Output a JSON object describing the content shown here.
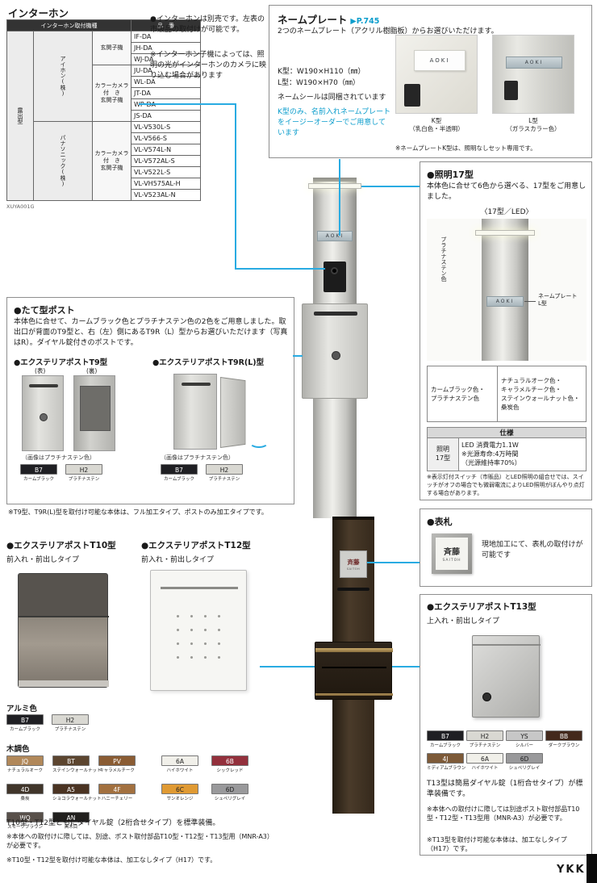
{
  "page": {
    "brand": "YKK",
    "accent": "#29abe2",
    "accent_text": "#0b9dcc"
  },
  "intercom": {
    "title": "インターホン",
    "table": {
      "header_left": "インターホン取付機種",
      "header_right": "品　番",
      "side_label": "露出型",
      "maker1": "アイホン(株)",
      "maker1_type1": "玄関子機",
      "maker1_type1_models": [
        "IF-DA",
        "JH-DA",
        "WJ-DA"
      ],
      "maker1_type2": "カラーカメラ\n付　き\n玄関子機",
      "maker1_type2_models": [
        "JU-DA",
        "WL-DA",
        "JT-DA",
        "WP-DA",
        "JS-DA"
      ],
      "maker2": "パナソニック(株)",
      "maker2_type1": "カラーカメラ\n付　き\n玄関子機",
      "maker2_type1_models": [
        "VL-V530L-S",
        "VL-V566-S",
        "VL-V574L-N",
        "VL-V572AL-S",
        "VL-V522L-S",
        "VL-VH575AL-H",
        "VL-V523AL-N"
      ],
      "code": "XUYA001G"
    },
    "note1": "●インターホンは別売です。左表の市販品の取付けが可能です。",
    "note2": "※インターホン子機によっては、照明の光がインターホンのカメラに映り込む場合があります"
  },
  "nameplate": {
    "title": "ネームプレート",
    "page_ref": "▶P.745",
    "subtitle": "2つのネームプレート（アクリル樹脂板）からお選びいただけます。",
    "spec_k": "K型：W190×H110（㎜）",
    "spec_l": "L型：W190×H70（㎜）",
    "included": "ネームシールは同梱されています",
    "easy_order": "K型のみ、名前入れネームプレートをイージーオーダーでご用意しています",
    "sample_name": "AOKI",
    "label_k": "K型\n（乳白色・半透明）",
    "label_l": "L型\n（ガラスカラー色）",
    "note": "※ネームプレートK型は、照明なしセット専用です。"
  },
  "lighting": {
    "title": "●照明17型",
    "body": "本体色に合せて6色から選べる、17型をご用意しました。",
    "caption": "〈17型／LED〉",
    "label_color": "プラチナステン色",
    "label_plate": "ネームプレート\nL型",
    "colors_left": "カームブラック色・\nプラチナステン色",
    "colors_right": "ナチュラルオーク色・\nキャラメルチーク色・\nステインウォールナット色・\n桑炭色",
    "spec_header": "仕様",
    "spec_row_label": "照明\n17型",
    "spec_row_value": "LED 消費電力1.1W\n※光源寿命:4万時間\n（光源維持率70%）",
    "note": "※表示灯付スイッチ（市販品）とLED照明の組合せでは、スイッチがオフの場合でも微弱電流によりLED照明がぼんやり点灯する場合があります。"
  },
  "vertical_post": {
    "title": "●たて型ポスト",
    "body": "本体色に合せて、カームブラック色とプラチナステン色の2色をご用意しました。取出口が背面のT9型と、右（左）側にあるT9R（L）型からお選びいただけます（写真はR）。ダイヤル錠付きのポストです。",
    "t9_title": "●エクステリアポストT9型",
    "t9_front": "(表)",
    "t9_back": "(裏)",
    "t9_caption": "（画像はプラチナステン色）",
    "t9r_title": "●エクステリアポストT9R(L)型",
    "t9r_caption": "（画像はプラチナステン色）",
    "chips": [
      {
        "code": "B7",
        "label": "カームブラック",
        "hex": "#1f1f23",
        "fg": "#ffffff"
      },
      {
        "code": "H2",
        "label": "プラチナステン",
        "hex": "#d9d8d2",
        "fg": "#222222"
      }
    ],
    "note": "※T9型、T9R(L)型を取付け可能な本体は、フル加工タイプ、ポストのみ加工タイプです。"
  },
  "t10t12": {
    "t10_title": "●エクステリアポストT10型",
    "t10_sub": "前入れ・前出しタイプ",
    "t12_title": "●エクステリアポストT12型",
    "t12_sub": "前入れ・前出しタイプ",
    "alumi_label": "アルミ色",
    "alumi_chips": [
      {
        "code": "B7",
        "label": "カームブラック",
        "hex": "#1f1f23",
        "fg": "#ffffff"
      },
      {
        "code": "H2",
        "label": "プラチナステン",
        "hex": "#d9d8d2",
        "fg": "#222222"
      }
    ],
    "wood_label": "木調色",
    "wood_chips": [
      {
        "code": "JQ",
        "label": "ナチュラルオーク",
        "hex": "#b1885a",
        "fg": "#ffffff"
      },
      {
        "code": "BT",
        "label": "ステインウォールナット",
        "hex": "#5c452f",
        "fg": "#ffffff"
      },
      {
        "code": "PV",
        "label": "キャラメルチーク",
        "hex": "#8a5c33",
        "fg": "#ffffff"
      },
      {
        "code": "4D",
        "label": "桑炭",
        "hex": "#40352a",
        "fg": "#ffffff"
      },
      {
        "code": "A5",
        "label": "ショコラウォールナット",
        "hex": "#4a3322",
        "fg": "#ffffff"
      },
      {
        "code": "4F",
        "label": "ハニーチェリー",
        "hex": "#a2703f",
        "fg": "#ffffff"
      },
      {
        "code": "WQ",
        "label": "スモークブラウン",
        "hex": "#58504a",
        "fg": "#ffffff"
      },
      {
        "code": "AN",
        "label": "黒木目",
        "hex": "#22201e",
        "fg": "#ffffff"
      }
    ],
    "accent_chips": [
      {
        "code": "6A",
        "label": "ハイホワイト",
        "hex": "#f1f0ea",
        "fg": "#222222"
      },
      {
        "code": "6B",
        "label": "シックレッド",
        "hex": "#93303c",
        "fg": "#ffffff"
      },
      {
        "code": "6C",
        "label": "サンオレンジ",
        "hex": "#e09a33",
        "fg": "#222222"
      },
      {
        "code": "6D",
        "label": "シュペリグレイ",
        "hex": "#99999b",
        "fg": "#222222"
      }
    ],
    "body": "T10型・T12型ともにダイヤル錠（2桁合せタイプ）を標準装備。",
    "note1": "※本体への取付けに際しては、別途、ポスト取付部品T10型・T12型・T13型用（MNR-A3）が必要です。",
    "note2": "※T10型・T12型を取付け可能な本体は、加工なしタイプ（H17）です。"
  },
  "hyosatsu": {
    "title": "●表札",
    "body": "現地加工にて、表札の取付けが可能です",
    "plate_name": "斉藤",
    "plate_romaji": "SAITOH"
  },
  "t13": {
    "title": "●エクステリアポストT13型",
    "sub": "上入れ・前出しタイプ",
    "chips_row1": [
      {
        "code": "B7",
        "label": "カームブラック",
        "hex": "#1f1f23",
        "fg": "#ffffff"
      },
      {
        "code": "H2",
        "label": "プラチナステン",
        "hex": "#d9d8d2",
        "fg": "#222222"
      },
      {
        "code": "YS",
        "label": "シルバー",
        "hex": "#c7c7c7",
        "fg": "#222222"
      },
      {
        "code": "BB",
        "label": "ダークブラウン",
        "hex": "#43291c",
        "fg": "#ffffff"
      }
    ],
    "chips_row2": [
      {
        "code": "4J",
        "label": "ミディアムブラウン",
        "hex": "#7d5a38",
        "fg": "#ffffff"
      },
      {
        "code": "6A",
        "label": "ハイホワイト",
        "hex": "#f1f0ea",
        "fg": "#222222"
      },
      {
        "code": "6D",
        "label": "シュペリグレイ",
        "hex": "#99999b",
        "fg": "#222222"
      }
    ],
    "body": "T13型は簡易ダイヤル錠（1桁合せタイプ）が標準装備です。",
    "note1": "※本体への取付けに際しては別途ポスト取付部品T10型・T12型・T13型用（MNR-A3）が必要です。",
    "note2": "※T13型を取付け可能な本体は、加工なしタイプ（H17）です。"
  },
  "pillar": {
    "plate_upper": "AOKI"
  }
}
